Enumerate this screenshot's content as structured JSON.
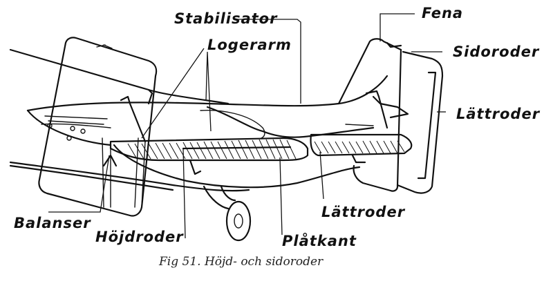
{
  "labels": {
    "stabilisator": "Stabilisator",
    "fena": "Fena",
    "logerarm": "Logerarm",
    "sidoroder": "Sidoroder",
    "lattroder_right": "Lättroder",
    "lattroder_bottom": "Lättroder",
    "balanser": "Balanser",
    "hojdroder": "Höjdroder",
    "platkant": "Plåtkant"
  },
  "caption": "Fig 51. Höjd- och sidoroder"
}
